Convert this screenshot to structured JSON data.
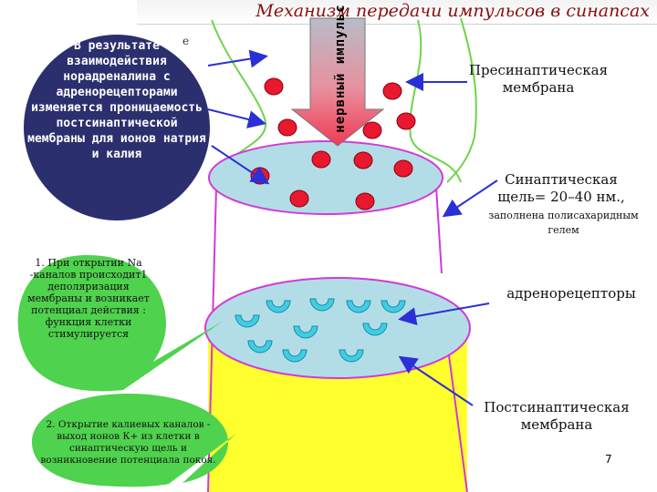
{
  "title": "Механизм передачи импульсов в синапсах",
  "impulse_label": "нервный импульс",
  "circle_text": "В результате взаимодействия норадреналина с адренорецепторами изменяется проницаемость постсинаптической мембраны для ионов натрия и калия",
  "partial_text": "е",
  "labels": {
    "presynaptic": "Пресинаптическая мембрана",
    "cleft": "Синаптическая щель= 20–40 нм.,",
    "cleft_note": "заполнена полисахаридным гелем",
    "receptors": "адренорецепторы",
    "postsynaptic": "Постсинаптическая мембрана"
  },
  "bubble1": "1. При открытии Na -каналов происходит1 деполяризация мембраны и возникает потенциал действия : функция клетки стимулируется",
  "bubble2": "2. Открытие калиевых каналов - выход ионов К+ из клетки в синаптическую щель и возникновение потенциала покоя.",
  "page_number": "7",
  "colors": {
    "title": "#8b0f0f",
    "vesicle": "#e8182e",
    "cleft_fill": "#b3dde6",
    "postsynaptic_fill": "#ffff2e",
    "membrane_line": "#d23ad7",
    "presynaptic_line": "#6fd44c",
    "circle": "#2c2f6e",
    "bubble": "#4fd24d",
    "receptor": "#3fcde6",
    "arrow": "#2b2fd6",
    "impulse_arrow": "#f04060"
  }
}
